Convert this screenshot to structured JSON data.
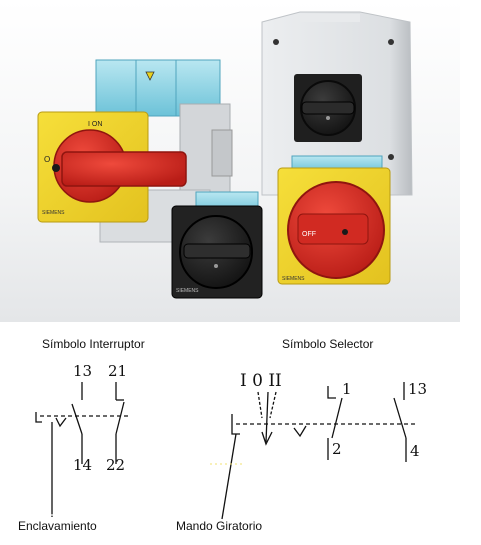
{
  "photo": {
    "yellow_switch_top_text": "I ON",
    "yellow_switch_side_text": "O",
    "yellow_switch_brand": "SIEMENS",
    "front_switch_off_text": "OFF",
    "front_switch_brand": "SIEMENS",
    "black_switch_brand": "SIEMENS",
    "colors": {
      "switch_red": "#d62a22",
      "switch_yellow": "#f1d62a",
      "switch_black": "#1e1e1e",
      "enclosure_grey": "#e3e4e6",
      "terminal_blue": "#8ed3e3"
    }
  },
  "diagram": {
    "interruptor_title": "Símbolo Interruptor",
    "selector_title": "Símbolo Selector",
    "int_top_left": "13",
    "int_top_right": "21",
    "int_bottom_left": "14",
    "int_bottom_right": "22",
    "sel_positions": "I 0 II",
    "sel_c1_top": "1",
    "sel_c1_bottom": "2",
    "sel_c2_top": "13",
    "sel_c2_bottom": "4",
    "label_lock": "Enclavamiento",
    "label_knob": "Mando Giratorio"
  }
}
